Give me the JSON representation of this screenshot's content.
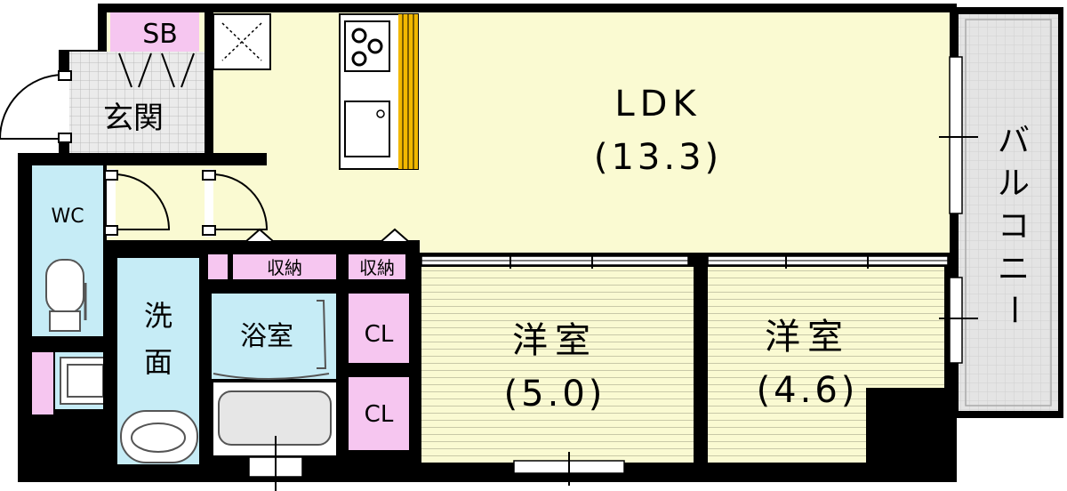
{
  "rooms": {
    "ldk": {
      "name": "LDK",
      "size": "(13.3)"
    },
    "western_room_1": {
      "name": "洋室",
      "size": "(5.0)"
    },
    "western_room_2": {
      "name": "洋室",
      "size": "(4.6)"
    },
    "entrance": {
      "name": "玄関"
    },
    "shoe_box": {
      "name": "SB"
    },
    "toilet": {
      "name": "WC"
    },
    "washroom": {
      "name": "洗面",
      "chars": [
        "洗",
        "面"
      ]
    },
    "bathroom": {
      "name": "浴室"
    },
    "closet_1": {
      "name": "CL"
    },
    "closet_2": {
      "name": "CL"
    },
    "storage_1": {
      "name": "収納"
    },
    "storage_2": {
      "name": "収納"
    },
    "balcony": {
      "name": "バルコニー",
      "chars": [
        "バ",
        "ル",
        "コ",
        "ニ",
        "ー"
      ]
    }
  },
  "colors": {
    "ldk": "#fafad2",
    "western": "#fafad2",
    "water": "#c6ecf6",
    "closet": "#f6c6f0",
    "balcony": "#e4e4e4",
    "entrance": "#e8e8e8",
    "counter_accent": "#f2b800",
    "wall": "#000000"
  }
}
